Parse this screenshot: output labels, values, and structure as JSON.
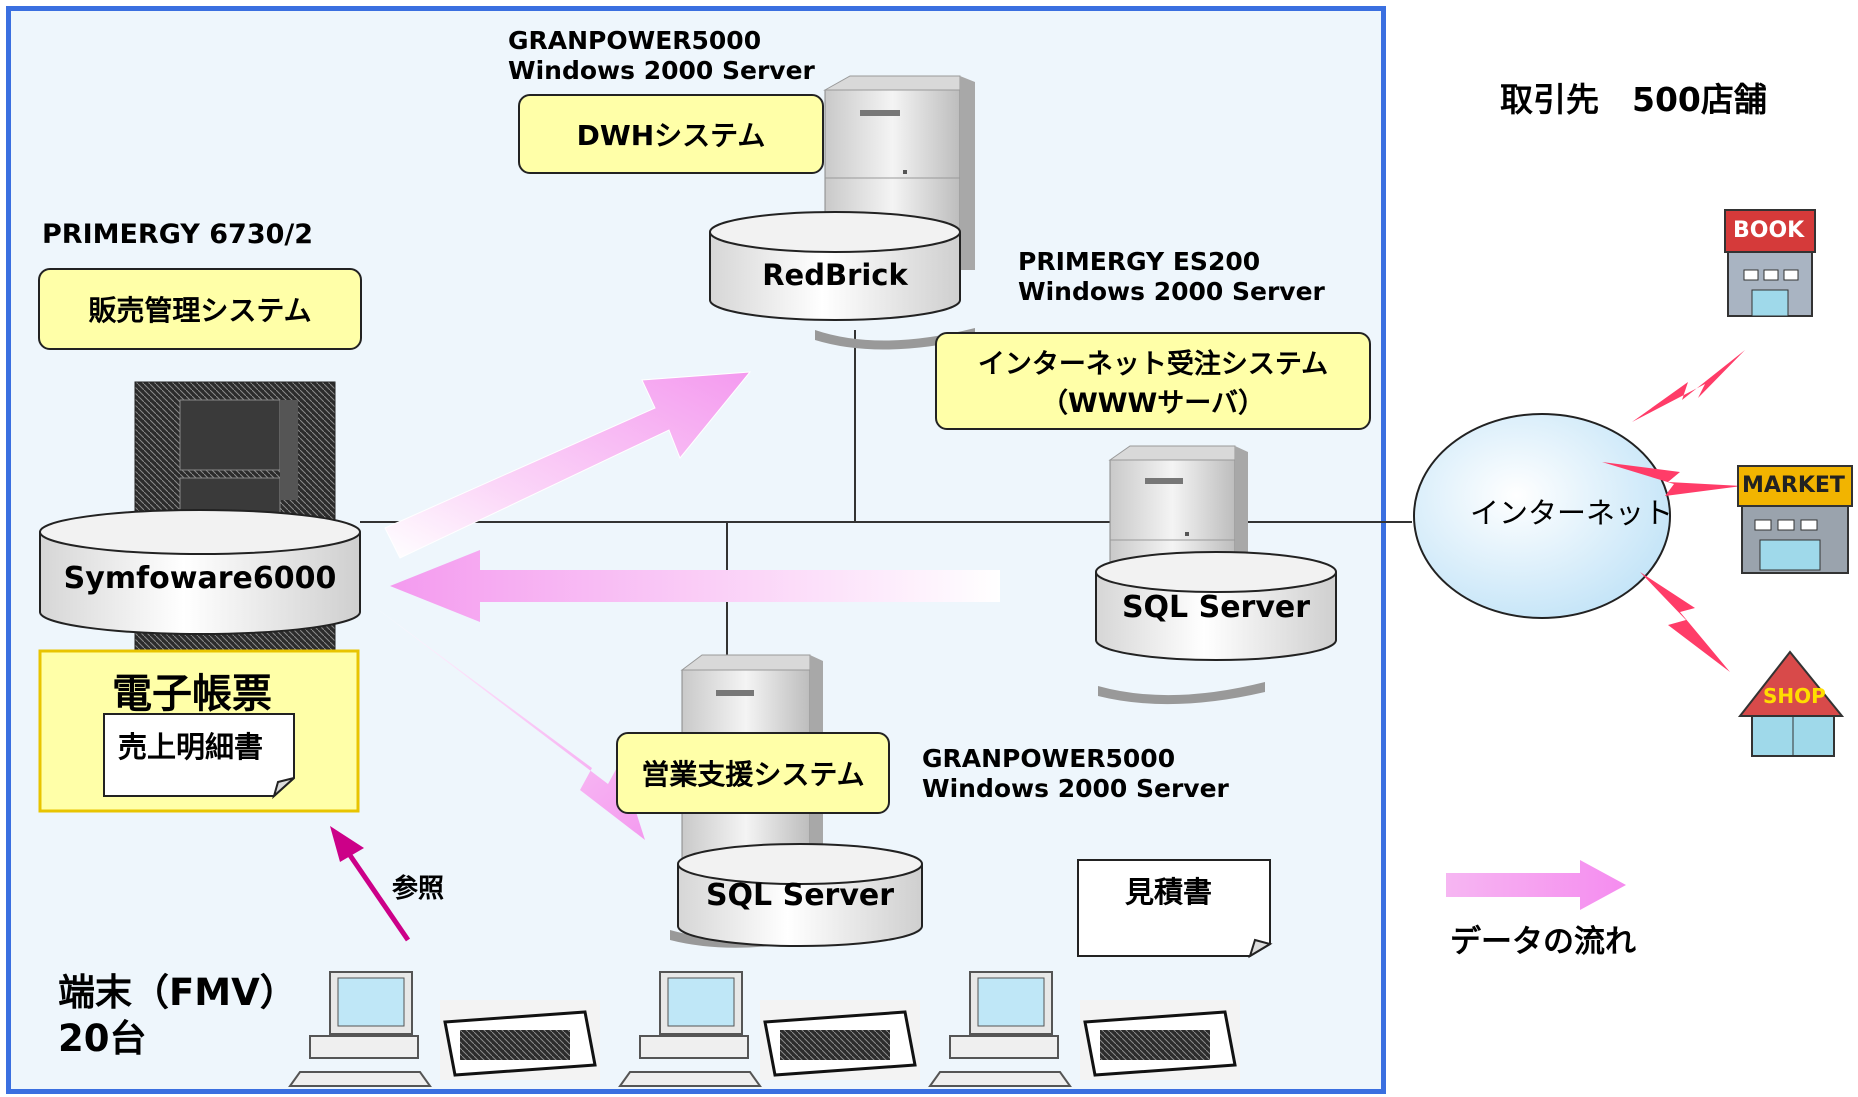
{
  "colors": {
    "panel_border": "#3a6fe0",
    "panel_background": "#eef6fc",
    "yellow_box": "#ffffa8",
    "flow_arrow": "#f7a8f2",
    "reference_arrow": "#cc0088",
    "internet_cloud": "#d4ecfa",
    "lightning": "#ff3c68"
  },
  "servers": {
    "dwh_model": "GRANPOWER5000",
    "dwh_os": "Windows 2000 Server",
    "sales_model": "PRIMERGY 6730/2",
    "web_model": "PRIMERGY ES200",
    "web_os": "Windows 2000 Server",
    "support_model": "GRANPOWER5000",
    "support_os": "Windows 2000 Server"
  },
  "systems": {
    "dwh": "DWHシステム",
    "sales": "販売管理システム",
    "internet_order_line1": "インターネット受注システム",
    "internet_order_line2": "（WWWサーバ）",
    "support": "営業支援システム"
  },
  "databases": {
    "redbrick": "RedBrick",
    "symfoware": "Symfoware6000",
    "sql_server_web": "SQL Server",
    "sql_server_support": "SQL Server"
  },
  "documents": {
    "e_form_title": "電子帳票",
    "sales_detail": "売上明細書",
    "estimate": "見積書"
  },
  "reference_label": "参照",
  "terminals": {
    "line1": "端末（FMV）",
    "line2": "20台"
  },
  "partners_label": "取引先　500店舗",
  "internet_label": "インターネット",
  "store_signs": {
    "book": "BOOK",
    "market": "MARKET",
    "shop": "SHOP"
  },
  "legend": {
    "label": "データの流れ"
  },
  "icons": [
    "server-tower-icon",
    "rack-server-icon",
    "database-cylinder-icon",
    "document-icon",
    "desktop-pc-icon",
    "printer-icon",
    "internet-cloud-icon",
    "lightning-icon",
    "store-icon",
    "flow-arrow-icon"
  ]
}
